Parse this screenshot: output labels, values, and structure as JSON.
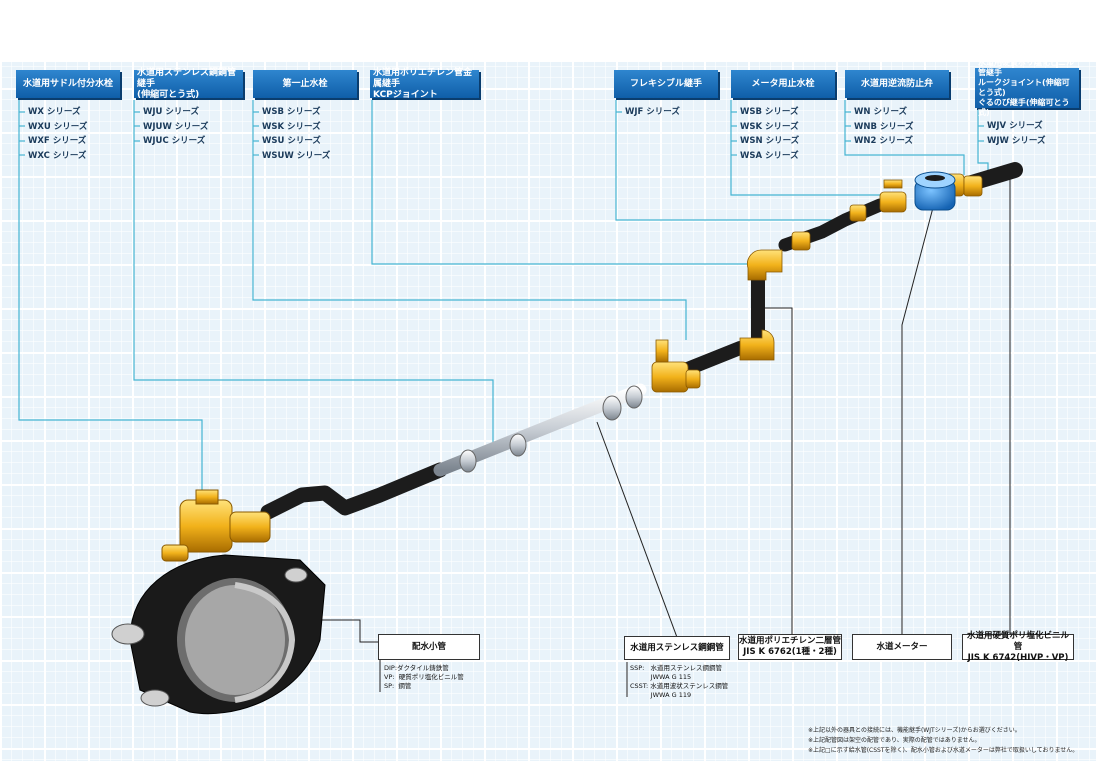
{
  "headers": [
    {
      "label": "水道用サドル付分水栓"
    },
    {
      "label": "水道用ステンレス鋼鋼管継手\n(伸縮可とう式)"
    },
    {
      "label": "第一止水栓"
    },
    {
      "label": "水道用ポリエチレン管金属継手\nKCPジョイント"
    },
    {
      "label": "フレキシブル継手"
    },
    {
      "label": "メータ用止水栓"
    },
    {
      "label": "水道用逆流防止弁"
    },
    {
      "label": "水道用硬質ポリ塩化ビニル管継手\nルークジョイント(伸縮可とう式)\nぐるのび継手(伸縮可とう式)"
    }
  ],
  "series": [
    [
      "WX シリーズ",
      "WXU シリーズ",
      "WXF シリーズ",
      "WXC シリーズ"
    ],
    [
      "WJU シリーズ",
      "WJUW シリーズ",
      "WJUC シリーズ"
    ],
    [
      "WSB シリーズ",
      "WSK シリーズ",
      "WSU シリーズ",
      "WSUW シリーズ"
    ],
    [],
    [
      "WJF シリーズ"
    ],
    [
      "WSB シリーズ",
      "WSK シリーズ",
      "WSN シリーズ",
      "WSA シリーズ"
    ],
    [
      "WN シリーズ",
      "WNB シリーズ",
      "WN2 シリーズ"
    ],
    [
      "WJV シリーズ",
      "WJW シリーズ"
    ]
  ],
  "pipes": [
    {
      "label": "配水小管",
      "sub": "DIP:ダクタイル鋳鉄管\nVP:  硬質ポリ塩化ビニル管\nSP:  鋼管"
    },
    {
      "label": "水道用ステンレス鋼鋼管",
      "sub": "SSP:   水道用ステンレス鋼鋼管\n          JWWA G 115\nCSST: 水道用波状ステンレス鋼管\n          JWWA G 119"
    },
    {
      "label": "水道用ポリエチレン二層管\nJIS K 6762(1種・2種)",
      "sub": ""
    },
    {
      "label": "水道メーター",
      "sub": ""
    },
    {
      "label": "水道用硬質ポリ塩化ビニル管\nJIS K 6742(HIVP・VP)",
      "sub": ""
    }
  ],
  "notes": [
    "※上記以外の器具との接続には、機能継手(WJTシリーズ)からお選びください。",
    "※上記配管図は架空の配管であり、実際の配管ではありません。",
    "※上記□に示す給水管(CSSTを除く)、配水小管および水道メーターは弊社で取扱いしておりません。"
  ],
  "colors": {
    "header": "#1a6fbf",
    "brass": "#f2b21b",
    "pipe": "#1c1c1c",
    "stainless": "#c9ced4",
    "meter": "#2a86d6",
    "leader": "#45b4d2"
  }
}
